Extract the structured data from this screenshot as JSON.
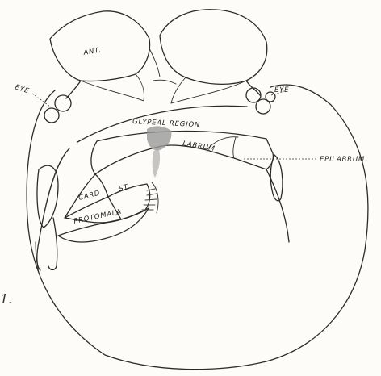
{
  "labels": {
    "ant": "ANT.",
    "eye_left": "EYE",
    "eye_right": "EYE",
    "glypeal_region": "GLYPEAL REGION",
    "labrum": "LABRUM",
    "epilabrum": "EPILABRUM.",
    "card": "CARD",
    "st": "ST.",
    "protomala": "PROTOMALA",
    "fig_fragment": "1."
  },
  "colors": {
    "ink": "#2b2b2b",
    "stipple": "#9a9a9a",
    "paper": "#fdfcf8"
  }
}
